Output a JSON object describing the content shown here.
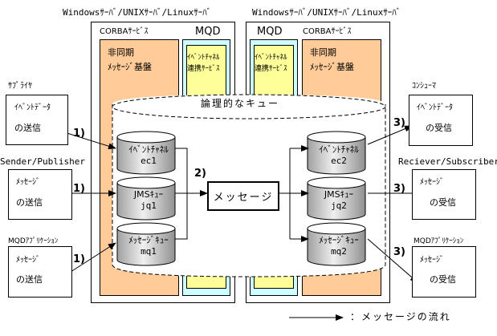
{
  "servers": {
    "left": {
      "title": "Windowsｻｰﾊﾞ/UNIXｻｰﾊﾞ/Linuxｻｰﾊﾞ",
      "corba_label": "CORBAｻｰﾋﾞｽ",
      "corba_inner": [
        "非同期",
        "ﾒｯｾｰｼﾞ基盤"
      ],
      "mqd_label": "MQD",
      "mqd_inner": [
        "ｲﾍﾞﾝﾄﾁｬﾈﾙ",
        "連携ｻｰﾋﾞｽ"
      ]
    },
    "right": {
      "title": "Windowsｻｰﾊﾞ/UNIXｻｰﾊﾞ/Linuxｻｰﾊﾞ",
      "corba_label": "CORBAｻｰﾋﾞｽ",
      "corba_inner": [
        "非同期",
        "ﾒｯｾｰｼﾞ基盤"
      ],
      "mqd_label": "MQD",
      "mqd_inner": [
        "ｲﾍﾞﾝﾄﾁｬﾈﾙ",
        "連携ｻｰﾋﾞｽ"
      ]
    }
  },
  "logical_queue_label": "論理的なキュー",
  "senders": [
    {
      "role": "ｻﾌﾟﾗｲﾔ",
      "lines": [
        "ｲﾍﾞﾝﾄﾃﾞｰﾀ",
        "の送信"
      ],
      "step": "1)"
    },
    {
      "role": "Sender/Publisher",
      "lines": [
        "ﾒｯｾｰｼﾞ",
        "の送信"
      ],
      "step": "1)"
    },
    {
      "role": "MQDｱﾌﾟﾘｹｰｼｮﾝ",
      "lines": [
        "ﾒｯｾｰｼﾞ",
        "の送信"
      ],
      "step": "1)"
    }
  ],
  "receivers": [
    {
      "role": "ｺﾝｼｭｰﾏ",
      "lines": [
        "ｲﾍﾞﾝﾄﾃﾞｰﾀ",
        "の受信"
      ],
      "step": "3)"
    },
    {
      "role": "Reciever/Subscriber",
      "lines": [
        "ﾒｯｾｰｼﾞ",
        "の受信"
      ],
      "step": "3)"
    },
    {
      "role": "MQDｱﾌﾟﾘｹｰｼｮﾝ",
      "lines": [
        "ﾒｯｾｰｼﾞ",
        "の受信"
      ],
      "step": "3)"
    }
  ],
  "left_queues": [
    {
      "type": "ｲﾍﾞﾝﾄﾁｬﾈﾙ",
      "name": "ec1"
    },
    {
      "type": "JMSｷｭｰ",
      "name": "jq1"
    },
    {
      "type": "ﾒｯｾｰｼﾞｷｭｰ",
      "name": "mq1"
    }
  ],
  "right_queues": [
    {
      "type": "ｲﾍﾞﾝﾄﾁｬﾈﾙ",
      "name": "ec2"
    },
    {
      "type": "JMSｷｭｰ",
      "name": "jq2"
    },
    {
      "type": "ﾒｯｾｰｼﾞｷｭｰ",
      "name": "mq2"
    }
  ],
  "message": {
    "label": "メッセージ",
    "step": "2)"
  },
  "legend": {
    "label": "：メッセージの流れ"
  },
  "colors": {
    "corba": "#ffcc99",
    "mqd": "#ccffff",
    "event_service": "#ffff99",
    "cylinder": "#c0c0c0"
  }
}
